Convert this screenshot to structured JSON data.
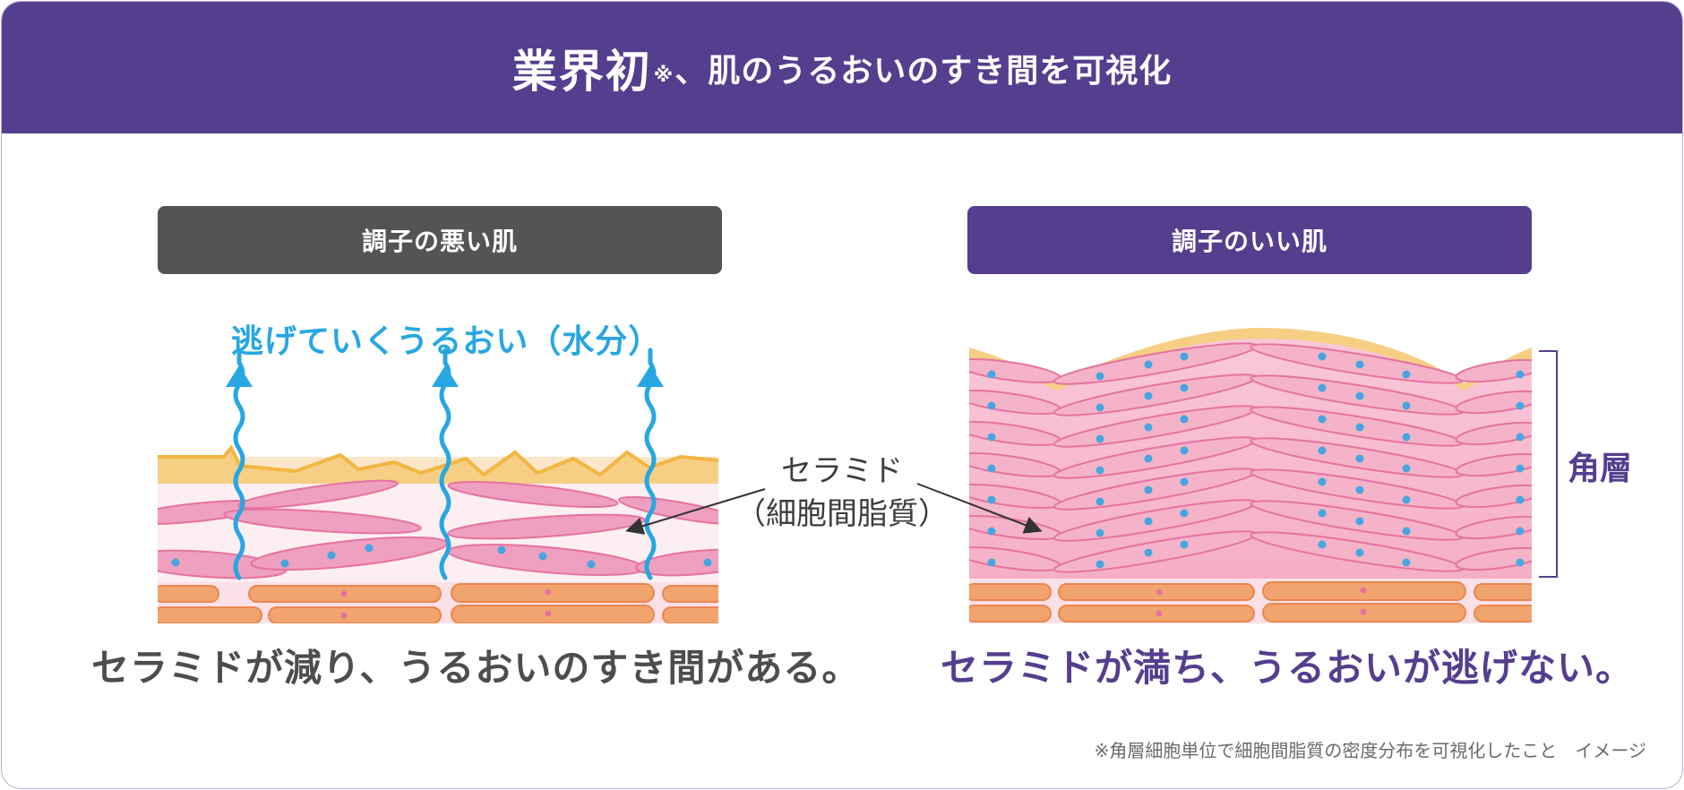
{
  "header": {
    "title_main": "業界初",
    "title_note": "※",
    "title_rest": "、肌のうるおいのすき間を可視化"
  },
  "left_panel": {
    "label": "調子の悪い肌",
    "moisture_label": "逃げていくうるおい（水分）",
    "caption": "セラミドが減り、うるおいのすき間がある。"
  },
  "right_panel": {
    "label": "調子のいい肌",
    "caption": "セラミドが満ち、うるおいが逃げない。",
    "layer_label": "角層"
  },
  "ceramide_label": {
    "line1": "セラミド",
    "line2": "（細胞間脂質）"
  },
  "footnote": "※角層細胞単位で細胞間脂質の密度分布を可視化したこと　イメージ",
  "colors": {
    "brand_purple": "#563e8e",
    "dark_gray": "#545454",
    "moisture_blue": "#27a7e2",
    "cell_pink": "#ef9fbf",
    "lipid_yellow": "#f6cf84",
    "lower_orange": "#f2a46e"
  }
}
